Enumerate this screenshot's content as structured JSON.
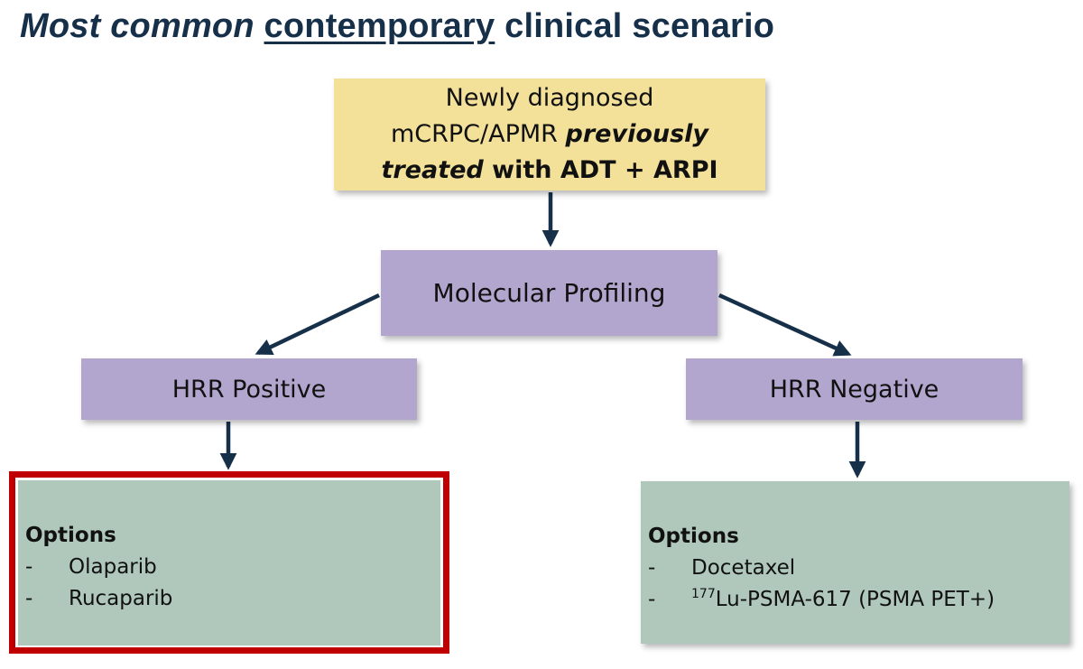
{
  "title": {
    "part1": "Most common",
    "part2": "contemporary",
    "part3": "clinical scenario"
  },
  "root": {
    "line1": "Newly diagnosed",
    "line2a": "mCRPC/APMR ",
    "line2b": "previously",
    "line3a": "treated",
    "line3b": " with ADT + ARPI"
  },
  "profiling": "Molecular Profiling",
  "hrr_positive": {
    "label": "HRR Positive",
    "options_title": "Options",
    "options": [
      "Olaparib",
      "Rucaparib"
    ]
  },
  "hrr_negative": {
    "label": "HRR Negative",
    "options_title": "Options",
    "option1": "Docetaxel",
    "option2_sup": "177",
    "option2_text": "Lu-PSMA-617 (PSMA PET+)"
  },
  "colors": {
    "title": "#17304a",
    "root_box": "#f3e19a",
    "process_box": "#b2a6cf",
    "options_box": "#afc8bb",
    "highlight_frame": "#c00000",
    "arrow": "#17304a"
  }
}
